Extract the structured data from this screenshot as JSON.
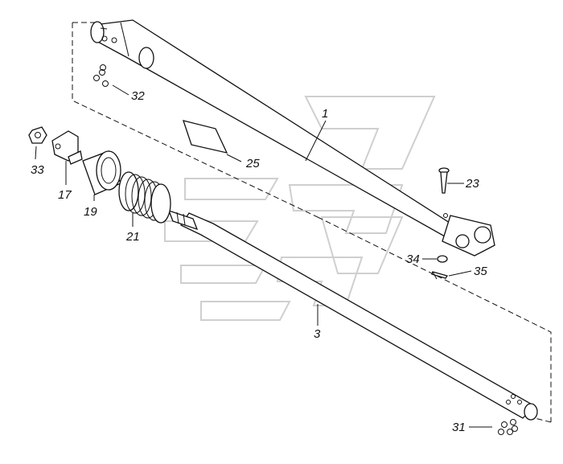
{
  "diagram": {
    "callouts": [
      {
        "id": "c1",
        "label": "1"
      },
      {
        "id": "c3",
        "label": "3"
      },
      {
        "id": "c17",
        "label": "17"
      },
      {
        "id": "c19",
        "label": "19"
      },
      {
        "id": "c21",
        "label": "21"
      },
      {
        "id": "c23",
        "label": "23"
      },
      {
        "id": "c25",
        "label": "25"
      },
      {
        "id": "c31",
        "label": "31"
      },
      {
        "id": "c32",
        "label": "32"
      },
      {
        "id": "c33",
        "label": "33"
      },
      {
        "id": "c34",
        "label": "34"
      },
      {
        "id": "c35",
        "label": "35"
      }
    ]
  }
}
